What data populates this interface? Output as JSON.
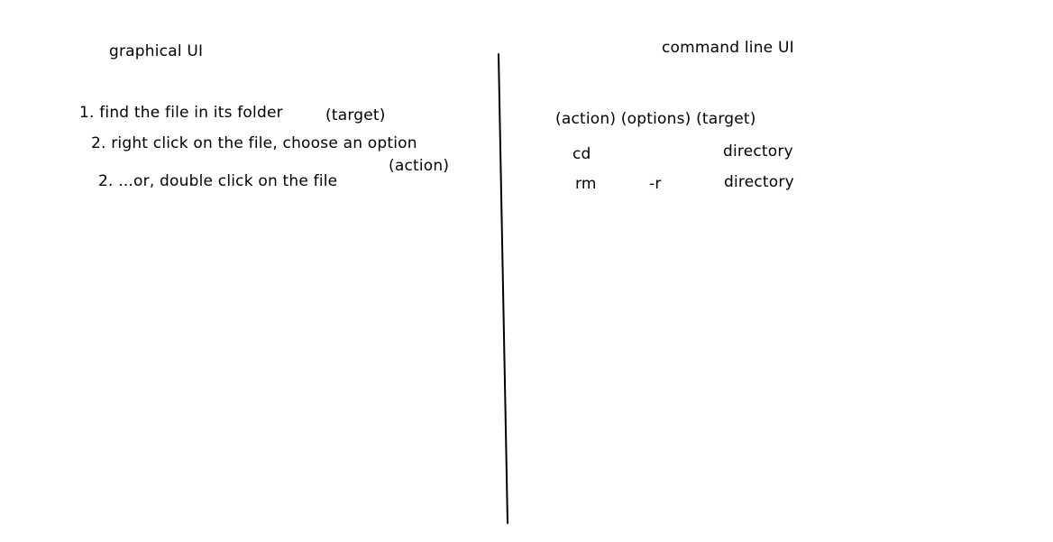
{
  "left_panel": {
    "heading": "graphical UI",
    "step_1": "1. find the file in its folder",
    "target_note": "(target)",
    "step_2": "2. right click on the file, choose an option",
    "action_note": "(action)",
    "step_2_alt": "2. ...or, double click on the file"
  },
  "right_panel": {
    "heading": "command line UI",
    "header_row": "(action) (options) (target)",
    "rows": [
      {
        "action": "cd",
        "options": "",
        "target": "directory"
      },
      {
        "action": "rm",
        "options": "-r",
        "target": "directory"
      }
    ]
  },
  "colors": {
    "background": "#ffffff",
    "text": "#000000",
    "divider": "#000000"
  }
}
